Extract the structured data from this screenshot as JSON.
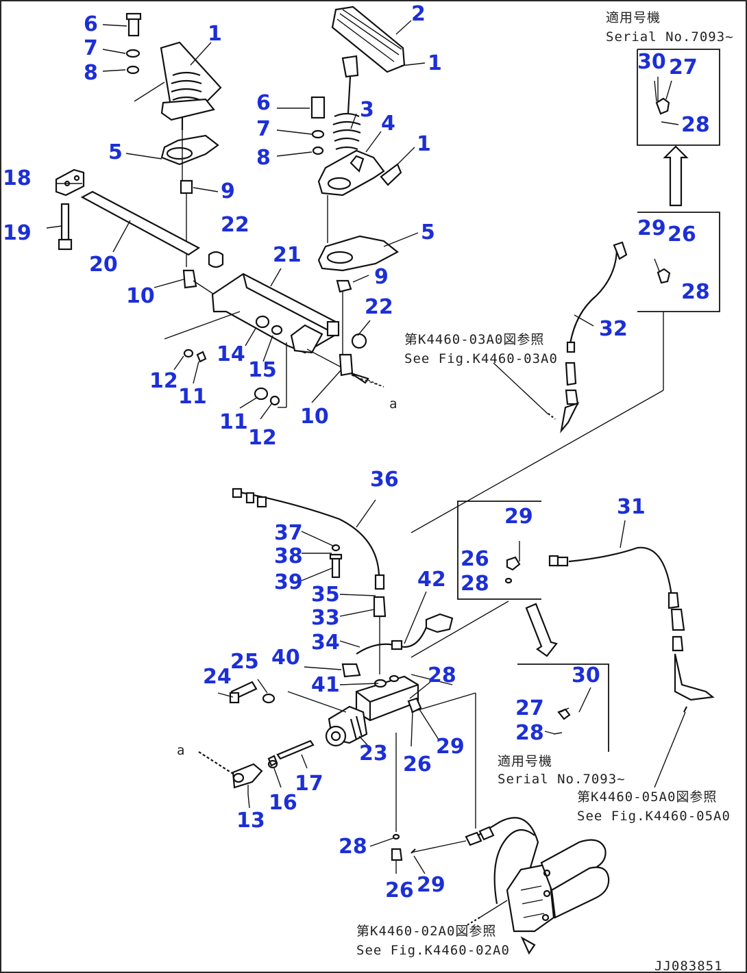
{
  "drawing": {
    "id": "JJ083851",
    "colors": {
      "callout": "#1c2fd6",
      "lines": "#111111",
      "background": "#ffffff"
    }
  },
  "notes": {
    "serial_top_jp": "適用号機",
    "serial_top_en": "Serial No.7093~",
    "serial_mid_jp": "適用号機",
    "serial_mid_en": "Serial No.7093~",
    "ref_k44600_3a0_jp": "第K4460-03A0図参照",
    "ref_k44600_3a0_en": "See Fig.K4460-03A0",
    "ref_k44600_5a0_jp": "第K4460-05A0図参照",
    "ref_k44600_5a0_en": "See Fig.K4460-05A0",
    "ref_k44600_2a0_jp": "第K4460-02A0図参照",
    "ref_k44600_2a0_en": "See Fig.K4460-02A0",
    "mark_a": "a",
    "mark_b": "a"
  },
  "callouts": [
    "6",
    "1",
    "7",
    "8",
    "5",
    "18",
    "19",
    "9",
    "20",
    "22",
    "10",
    "21",
    "14",
    "15",
    "12",
    "11",
    "11",
    "12",
    "2",
    "1",
    "6",
    "3",
    "4",
    "7",
    "8",
    "1",
    "5",
    "9",
    "22",
    "10",
    "30",
    "27",
    "28",
    "29",
    "26",
    "28",
    "32",
    "36",
    "37",
    "38",
    "39",
    "35",
    "33",
    "42",
    "34",
    "40",
    "41",
    "25",
    "24",
    "28",
    "23",
    "26",
    "29",
    "29",
    "26",
    "28",
    "30",
    "27",
    "28",
    "31",
    "13",
    "16",
    "17",
    "28",
    "26",
    "29"
  ]
}
